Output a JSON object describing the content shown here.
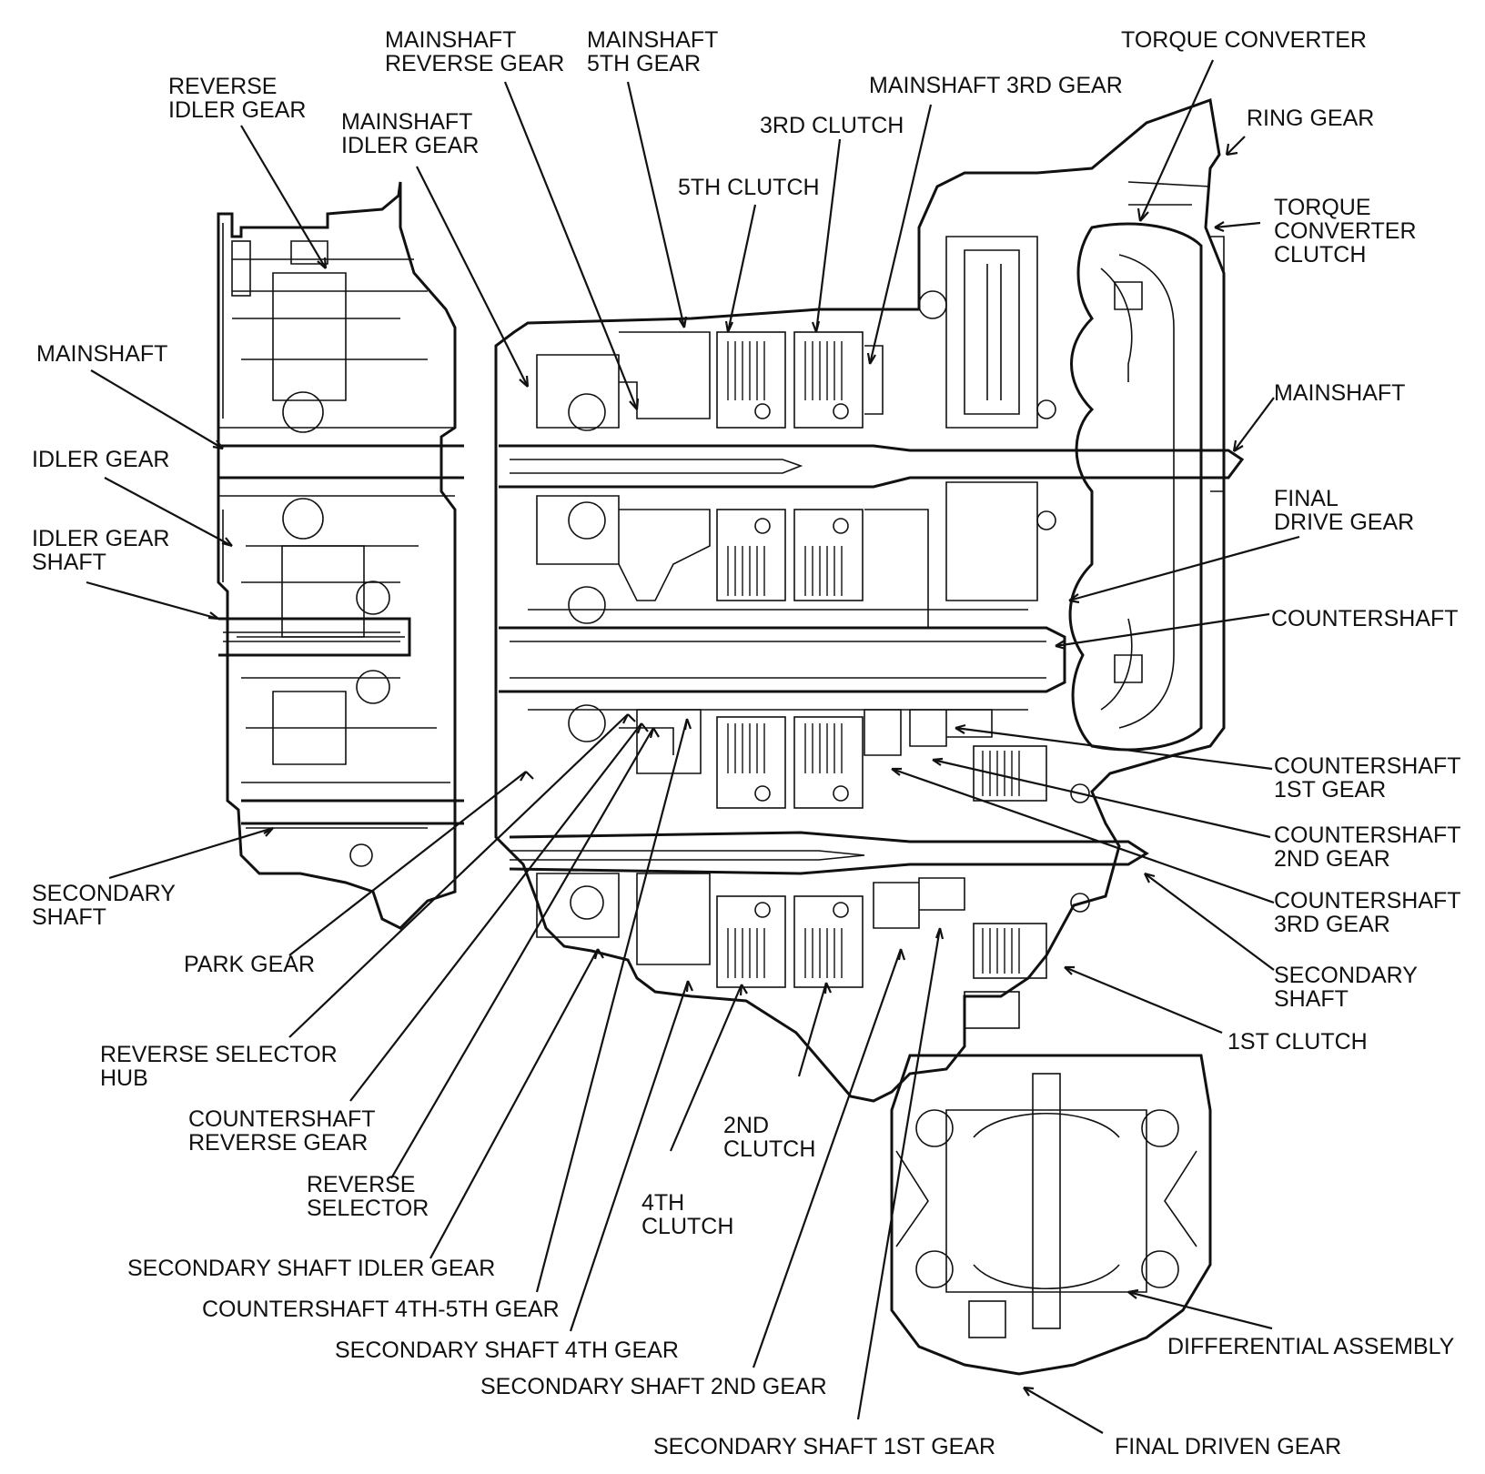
{
  "labels": {
    "torque_converter": "TORQUE CONVERTER",
    "ring_gear": "RING GEAR",
    "torque_converter_clutch": [
      "TORQUE",
      "CONVERTER",
      "CLUTCH"
    ],
    "mainshaft_right": "MAINSHAFT",
    "final_drive_gear": [
      "FINAL",
      "DRIVE GEAR"
    ],
    "countershaft": "COUNTERSHAFT",
    "countershaft_1st_gear": [
      "COUNTERSHAFT",
      "1ST GEAR"
    ],
    "countershaft_2nd_gear": [
      "COUNTERSHAFT",
      "2ND GEAR"
    ],
    "countershaft_3rd_gear": [
      "COUNTERSHAFT",
      "3RD GEAR"
    ],
    "secondary_shaft_right": [
      "SECONDARY",
      "SHAFT"
    ],
    "first_clutch": "1ST CLUTCH",
    "differential_assembly": "DIFFERENTIAL ASSEMBLY",
    "final_driven_gear": "FINAL DRIVEN GEAR",
    "secondary_shaft_1st_gear": "SECONDARY SHAFT 1ST GEAR",
    "secondary_shaft_2nd_gear": "SECONDARY SHAFT 2ND GEAR",
    "secondary_shaft_4th_gear": "SECONDARY SHAFT 4TH GEAR",
    "countershaft_4th_5th_gear": "COUNTERSHAFT 4TH-5TH GEAR",
    "secondary_shaft_idler_gear": "SECONDARY SHAFT IDLER GEAR",
    "reverse_selector": [
      "REVERSE",
      "SELECTOR"
    ],
    "countershaft_reverse_gear": [
      "COUNTERSHAFT",
      "REVERSE GEAR"
    ],
    "reverse_selector_hub": [
      "REVERSE SELECTOR",
      "HUB"
    ],
    "park_gear": "PARK GEAR",
    "secondary_shaft_left": [
      "SECONDARY",
      "SHAFT"
    ],
    "idler_gear_shaft": [
      "IDLER GEAR",
      "SHAFT"
    ],
    "idler_gear": "IDLER GEAR",
    "mainshaft_left": "MAINSHAFT",
    "reverse_idler_gear": [
      "REVERSE",
      "IDLER GEAR"
    ],
    "mainshaft_idler_gear": [
      "MAINSHAFT",
      "IDLER GEAR"
    ],
    "mainshaft_reverse_gear": [
      "MAINSHAFT",
      "REVERSE GEAR"
    ],
    "mainshaft_5th_gear": [
      "MAINSHAFT",
      "5TH GEAR"
    ],
    "mainshaft_3rd_gear": "MAINSHAFT 3RD GEAR",
    "third_clutch": "3RD CLUTCH",
    "fifth_clutch": "5TH CLUTCH",
    "second_clutch": [
      "2ND",
      "CLUTCH"
    ],
    "fourth_clutch": [
      "4TH",
      "CLUTCH"
    ]
  }
}
